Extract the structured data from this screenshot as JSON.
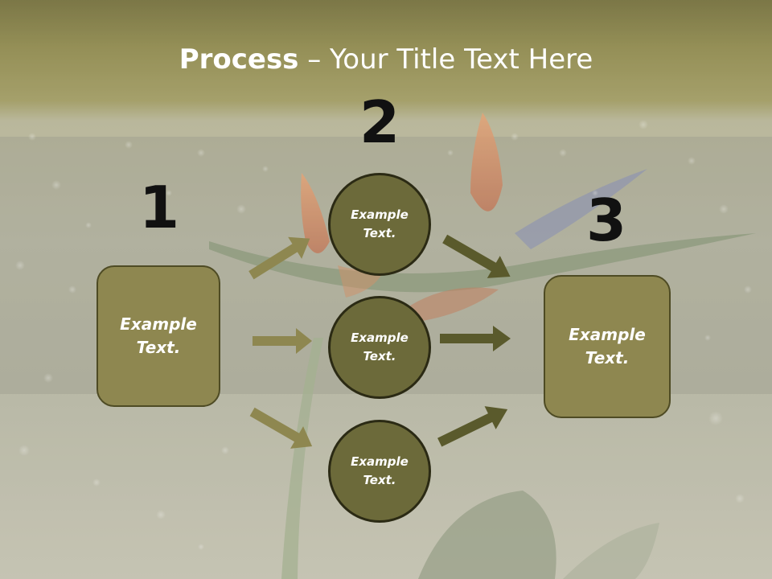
{
  "title": {
    "bold": "Process",
    "rest": " – Your Title Text Here"
  },
  "steps": {
    "one": "1",
    "two": "2",
    "three": "3"
  },
  "left_box": {
    "text": "Example\nText."
  },
  "right_box": {
    "text": "Example\nText."
  },
  "circles": [
    {
      "text": "Example\nText."
    },
    {
      "text": "Example\nText."
    },
    {
      "text": "Example\nText."
    }
  ],
  "colors": {
    "box_fill": "#8e8750",
    "circle_fill": "#6c6a3a",
    "left_arrows": "#8e8750",
    "right_arrows": "#5a5a2c",
    "number": "#111111"
  }
}
